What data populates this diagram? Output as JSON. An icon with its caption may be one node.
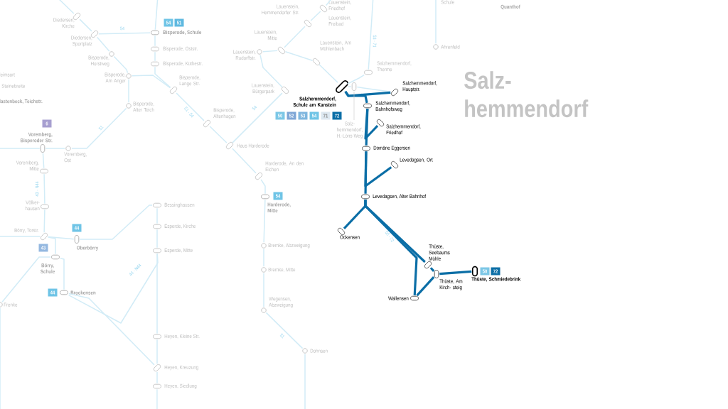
{
  "diagram": {
    "nodes": [
      {
        "text": [
          "Diedersen, Kirche"
        ]
      },
      {
        "text": [
          "Diedersen, Sportplatz"
        ]
      },
      {
        "text": [
          "Bisperode, Horstweg"
        ]
      },
      {
        "text": [
          "Bisperode, Schule"
        ],
        "beside": [
          "54",
          "51"
        ]
      },
      {
        "text": [
          "Bisperode, Oststr."
        ]
      },
      {
        "text": [
          "Bisperode, Küthestr."
        ]
      },
      {
        "text": [
          "Bisperode, Am Anger"
        ]
      },
      {
        "text": [
          "Bisperode, Alter Teich"
        ]
      },
      {
        "text": [
          "Bisperode, Lange Str."
        ]
      },
      {
        "text": [
          "Bisperode, Altenhagen"
        ]
      },
      {
        "text": [
          "Haus Harderode"
        ]
      },
      {
        "text": [
          "Harderode, An den Eichen"
        ]
      },
      {
        "text": [
          "Harderode, Mitte"
        ],
        "beside": [
          "54"
        ]
      },
      {
        "text": [
          "Bremke, Abzweigung"
        ]
      },
      {
        "text": [
          "Bremke, Mitte"
        ]
      },
      {
        "text": [
          "Wegensen, Abzweigung"
        ]
      },
      {
        "text": [
          "Dohnsen"
        ]
      },
      {
        "text": [
          "Lauenstein, Friedhof"
        ]
      },
      {
        "text": [
          "Lauenstein, Hemmendorfer Str."
        ]
      },
      {
        "text": [
          "Lauenstein, Mitte"
        ]
      },
      {
        "text": [
          "Lauenstein, Rudorffstr."
        ]
      },
      {
        "text": [
          "Lauenstein, Am Mühlenbach"
        ]
      },
      {
        "text": [
          "Lauenstein, Bürgerpark"
        ]
      },
      {
        "text": [
          "Salzhemmendorf, Therme"
        ]
      },
      {
        "text": [],
        "shape": "box"
      },
      {
        "text": [
          "Salzhemmendorf, Schule am Kanstein"
        ],
        "beside": [
          "50",
          "52",
          "53",
          "54",
          "71",
          "72"
        ]
      },
      {
        "text": [
          "Salzhemmendorf, Hauptstr."
        ]
      },
      {
        "text": [
          "Salzhemmendorf, Bahnhofsweg"
        ]
      },
      {
        "text": [
          "Salzhemmendorf, Friedhof"
        ]
      },
      {
        "text": [
          "Domäne Eggersen"
        ]
      },
      {
        "text": [
          "Levedagsen, Ort"
        ]
      },
      {
        "text": [
          "Levedagsen, Alter Bahnhof"
        ]
      },
      {
        "text": [
          "Ockensen"
        ]
      },
      {
        "text": [
          "Thüste, Seebaums Mühle"
        ]
      },
      {
        "text": [
          "Thüste, Am Kirch- steig"
        ]
      },
      {
        "text": [
          "Thüste, Schmiedebrink"
        ],
        "beside": [
          "50",
          "72"
        ]
      },
      {
        "text": [
          "Wallensen"
        ]
      },
      {
        "text": [
          "Voremberg, Bisperoder Str."
        ],
        "beside": [
          "6"
        ]
      },
      {
        "text": [
          "Voremberg, Ost"
        ]
      },
      {
        "text": [
          "Voremberg, Mitte"
        ]
      },
      {
        "text": [
          "Völker- hausen"
        ]
      },
      {
        "text": [
          "Börry, Torstr."
        ]
      },
      {
        "text": [
          "Oberbörry"
        ],
        "beside": [
          "44"
        ]
      },
      {
        "text": [
          "Börry, Schule"
        ],
        "beside": [
          "43"
        ]
      },
      {
        "text": [
          "Brockensen"
        ],
        "beside": [
          "44"
        ]
      },
      {
        "text": [
          "Frenke"
        ]
      },
      {
        "text": [
          "Bessinghausen"
        ]
      },
      {
        "text": [
          "Esperde, Kirche"
        ]
      },
      {
        "text": [
          "Esperde, Mitte"
        ]
      },
      {
        "text": [
          "Heyen, Kleine Str."
        ]
      },
      {
        "text": [
          "Heyen, Kreuzung"
        ]
      },
      {
        "text": [
          "Heyen, Siedlung"
        ]
      },
      {
        "text": [
          "Ahrenfeld"
        ]
      }
    ],
    "edges": [
      {
        "from": 0,
        "to": 1,
        "arrow": "none"
      },
      {
        "from": 1,
        "to": 2,
        "arrow": "none"
      },
      {
        "from": 2,
        "to": 6,
        "arrow": "none"
      },
      {
        "from": 6,
        "to": 7,
        "arrow": "none"
      },
      {
        "from": 7,
        "to": 38,
        "arrow": "none",
        "label": "51"
      },
      {
        "from": 38,
        "to": 37,
        "arrow": "none"
      },
      {
        "from": 1,
        "to": 3,
        "arrow": "none",
        "label": "54"
      },
      {
        "from": 3,
        "to": 4,
        "arrow": "none"
      },
      {
        "from": 4,
        "to": 5,
        "arrow": "none"
      },
      {
        "from": 5,
        "to": 8,
        "arrow": "none"
      },
      {
        "from": 6,
        "to": 8,
        "arrow": "none"
      },
      {
        "from": 8,
        "to": 9,
        "arrow": "none",
        "label": "51 · 54"
      },
      {
        "from": 9,
        "to": 10,
        "arrow": "none"
      },
      {
        "from": 10,
        "to": 11,
        "arrow": "none"
      },
      {
        "from": 22,
        "to": 10,
        "arrow": "none",
        "label": "54"
      },
      {
        "from": 11,
        "to": 12,
        "arrow": "none"
      },
      {
        "from": 12,
        "to": 13,
        "arrow": "none"
      },
      {
        "from": 13,
        "to": 14,
        "arrow": "none"
      },
      {
        "from": 14,
        "to": 15,
        "arrow": "none"
      },
      {
        "from": 15,
        "to": 16,
        "arrow": "none",
        "label": "51"
      },
      {
        "from": 17,
        "to": 18,
        "arrow": "none"
      },
      {
        "from": 18,
        "to": 19,
        "arrow": "none"
      },
      {
        "from": 19,
        "to": 20,
        "arrow": "none"
      },
      {
        "from": 19,
        "to": 21,
        "arrow": "none"
      },
      {
        "from": 20,
        "to": 22,
        "arrow": "none"
      },
      {
        "from": 21,
        "to": 25,
        "arrow": "none"
      },
      {
        "from": 23,
        "to": 25,
        "arrow": "none"
      },
      {
        "from": 24,
        "to": 25,
        "arrow": "none"
      },
      {
        "from": 24,
        "to": 26,
        "arrow": "none"
      },
      {
        "from": 25,
        "to": 26,
        "arrow": "none",
        "style": "thick",
        "color": "#0b6ea6"
      },
      {
        "from": 25,
        "to": 27,
        "arrow": "none",
        "style": "thick",
        "color": "#0b6ea6"
      },
      {
        "from": 27,
        "to": 28,
        "arrow": "none",
        "style": "thick",
        "color": "#0b6ea6"
      },
      {
        "from": 27,
        "to": 29,
        "arrow": "none",
        "style": "thick",
        "color": "#0b6ea6"
      },
      {
        "from": 29,
        "to": 30,
        "arrow": "none",
        "style": "thick",
        "color": "#0b6ea6"
      },
      {
        "from": 29,
        "to": 31,
        "arrow": "none",
        "style": "thick",
        "color": "#0b6ea6"
      },
      {
        "from": 31,
        "to": 32,
        "arrow": "none",
        "style": "thick",
        "color": "#0b6ea6"
      },
      {
        "from": 31,
        "to": 33,
        "arrow": "none",
        "style": "thick",
        "color": "#0b6ea6",
        "label": "50 · 72"
      },
      {
        "from": 33,
        "to": 34,
        "arrow": "none",
        "style": "thick",
        "color": "#0b6ea6"
      },
      {
        "from": 31,
        "to": 36,
        "arrow": "none",
        "style": "thick",
        "color": "#0b6ea6"
      },
      {
        "from": 36,
        "to": 34,
        "arrow": "none",
        "style": "thick",
        "color": "#0b6ea6"
      },
      {
        "from": 34,
        "to": 35,
        "arrow": "none",
        "style": "thick",
        "color": "#0b6ea6"
      },
      {
        "from": 37,
        "to": 39,
        "arrow": "none"
      },
      {
        "from": 39,
        "to": 40,
        "arrow": "none",
        "label": "43 · N44"
      },
      {
        "from": 40,
        "to": 41,
        "arrow": "none"
      },
      {
        "from": 41,
        "to": 43,
        "arrow": "none"
      },
      {
        "from": 41,
        "to": 42,
        "arrow": "none"
      },
      {
        "from": 42,
        "to": 46,
        "arrow": "none"
      },
      {
        "from": 43,
        "to": 44,
        "arrow": "none"
      },
      {
        "from": 43,
        "to": 45,
        "arrow": "none"
      },
      {
        "from": 44,
        "to": 48,
        "arrow": "none",
        "label": "44 · N44"
      },
      {
        "from": 44,
        "to": 50,
        "arrow": "none"
      },
      {
        "from": 46,
        "to": 47,
        "arrow": "none"
      },
      {
        "from": 47,
        "to": 48,
        "arrow": "none"
      },
      {
        "from": 48,
        "to": 49,
        "arrow": "none"
      },
      {
        "from": 49,
        "to": 50,
        "arrow": "none"
      },
      {
        "from": 50,
        "to": 51,
        "arrow": "none"
      },
      {
        "from": 0,
        "to": null,
        "arrow": "none"
      },
      {
        "from": 3,
        "to": null,
        "arrow": "none"
      },
      {
        "from": 37,
        "to": null,
        "arrow": "none"
      },
      {
        "from": 41,
        "to": null,
        "arrow": "none"
      },
      {
        "from": 51,
        "to": null,
        "arrow": "none"
      },
      {
        "from": 16,
        "to": null,
        "arrow": "none"
      },
      {
        "from": 52,
        "to": null,
        "arrow": "none"
      },
      {
        "from": 45,
        "to": null,
        "arrow": "none"
      },
      {
        "from": 17,
        "to": null,
        "arrow": "none"
      },
      {
        "from": 23,
        "to": null,
        "arrow": "none",
        "label": "53 · 71"
      }
    ],
    "labels": [
      "Lauenstein, Freibad",
      "Schule",
      "Quanthof",
      "leimsort",
      "Steinebreite",
      "lastenbeck, Teichstr.",
      "Salz- hemmendorf",
      "Salz- hemmendorf, H.-Löns-Weg"
    ]
  }
}
